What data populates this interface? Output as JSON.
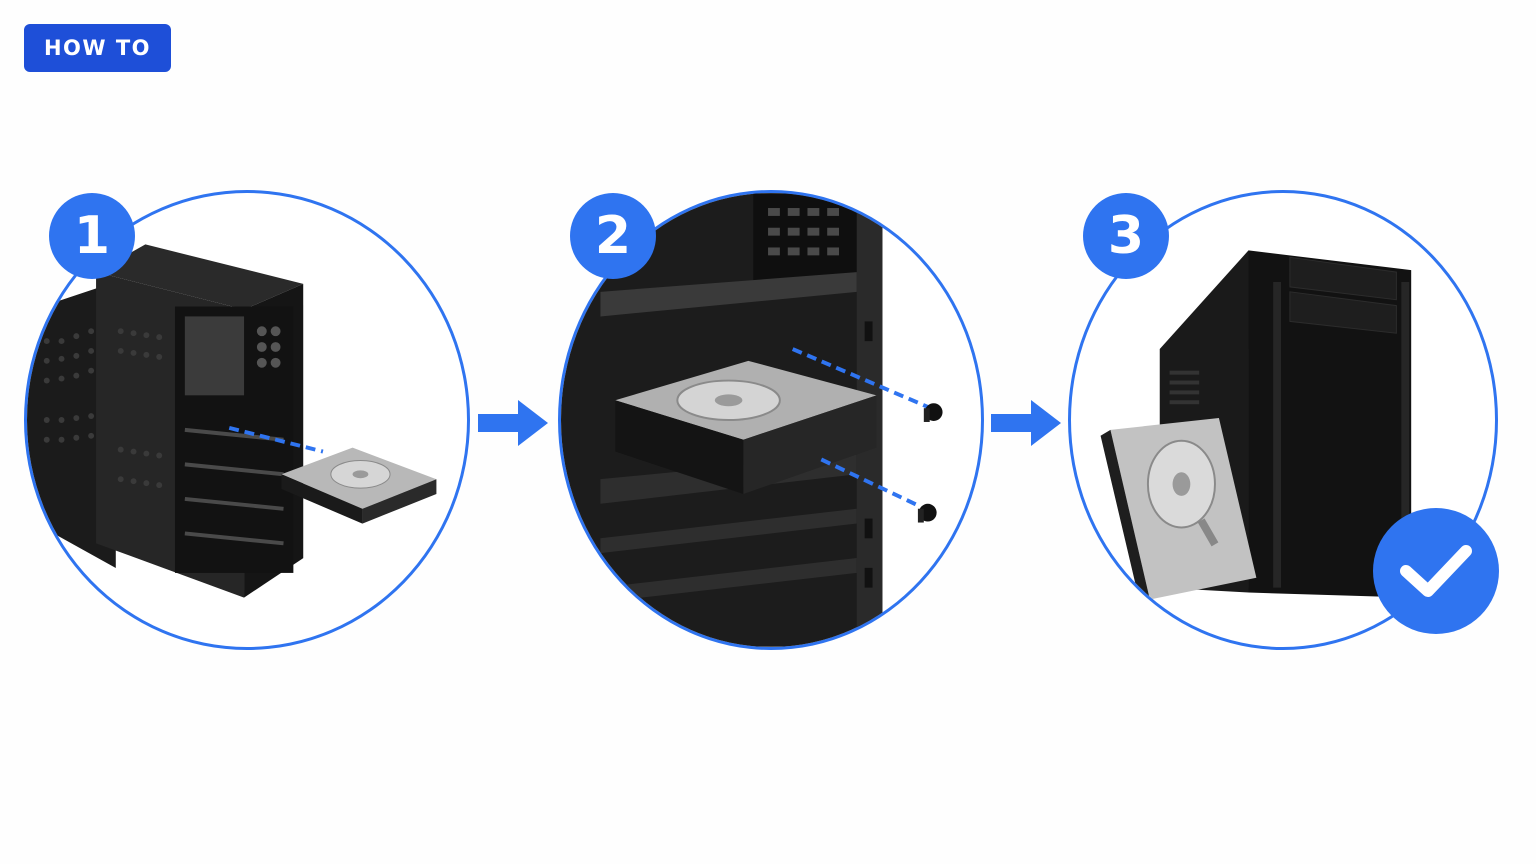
{
  "header": {
    "badge_label": "HOW TO"
  },
  "steps": [
    {
      "number": "1",
      "icon": "tower-case-open-drive-insert"
    },
    {
      "number": "2",
      "icon": "drive-bay-screws"
    },
    {
      "number": "3",
      "icon": "closed-tower-with-drive"
    }
  ],
  "icons": {
    "arrow": "arrow-right-icon",
    "check": "check-icon"
  },
  "colors": {
    "accent": "#2f74f0",
    "badge": "#1e4fd8"
  }
}
